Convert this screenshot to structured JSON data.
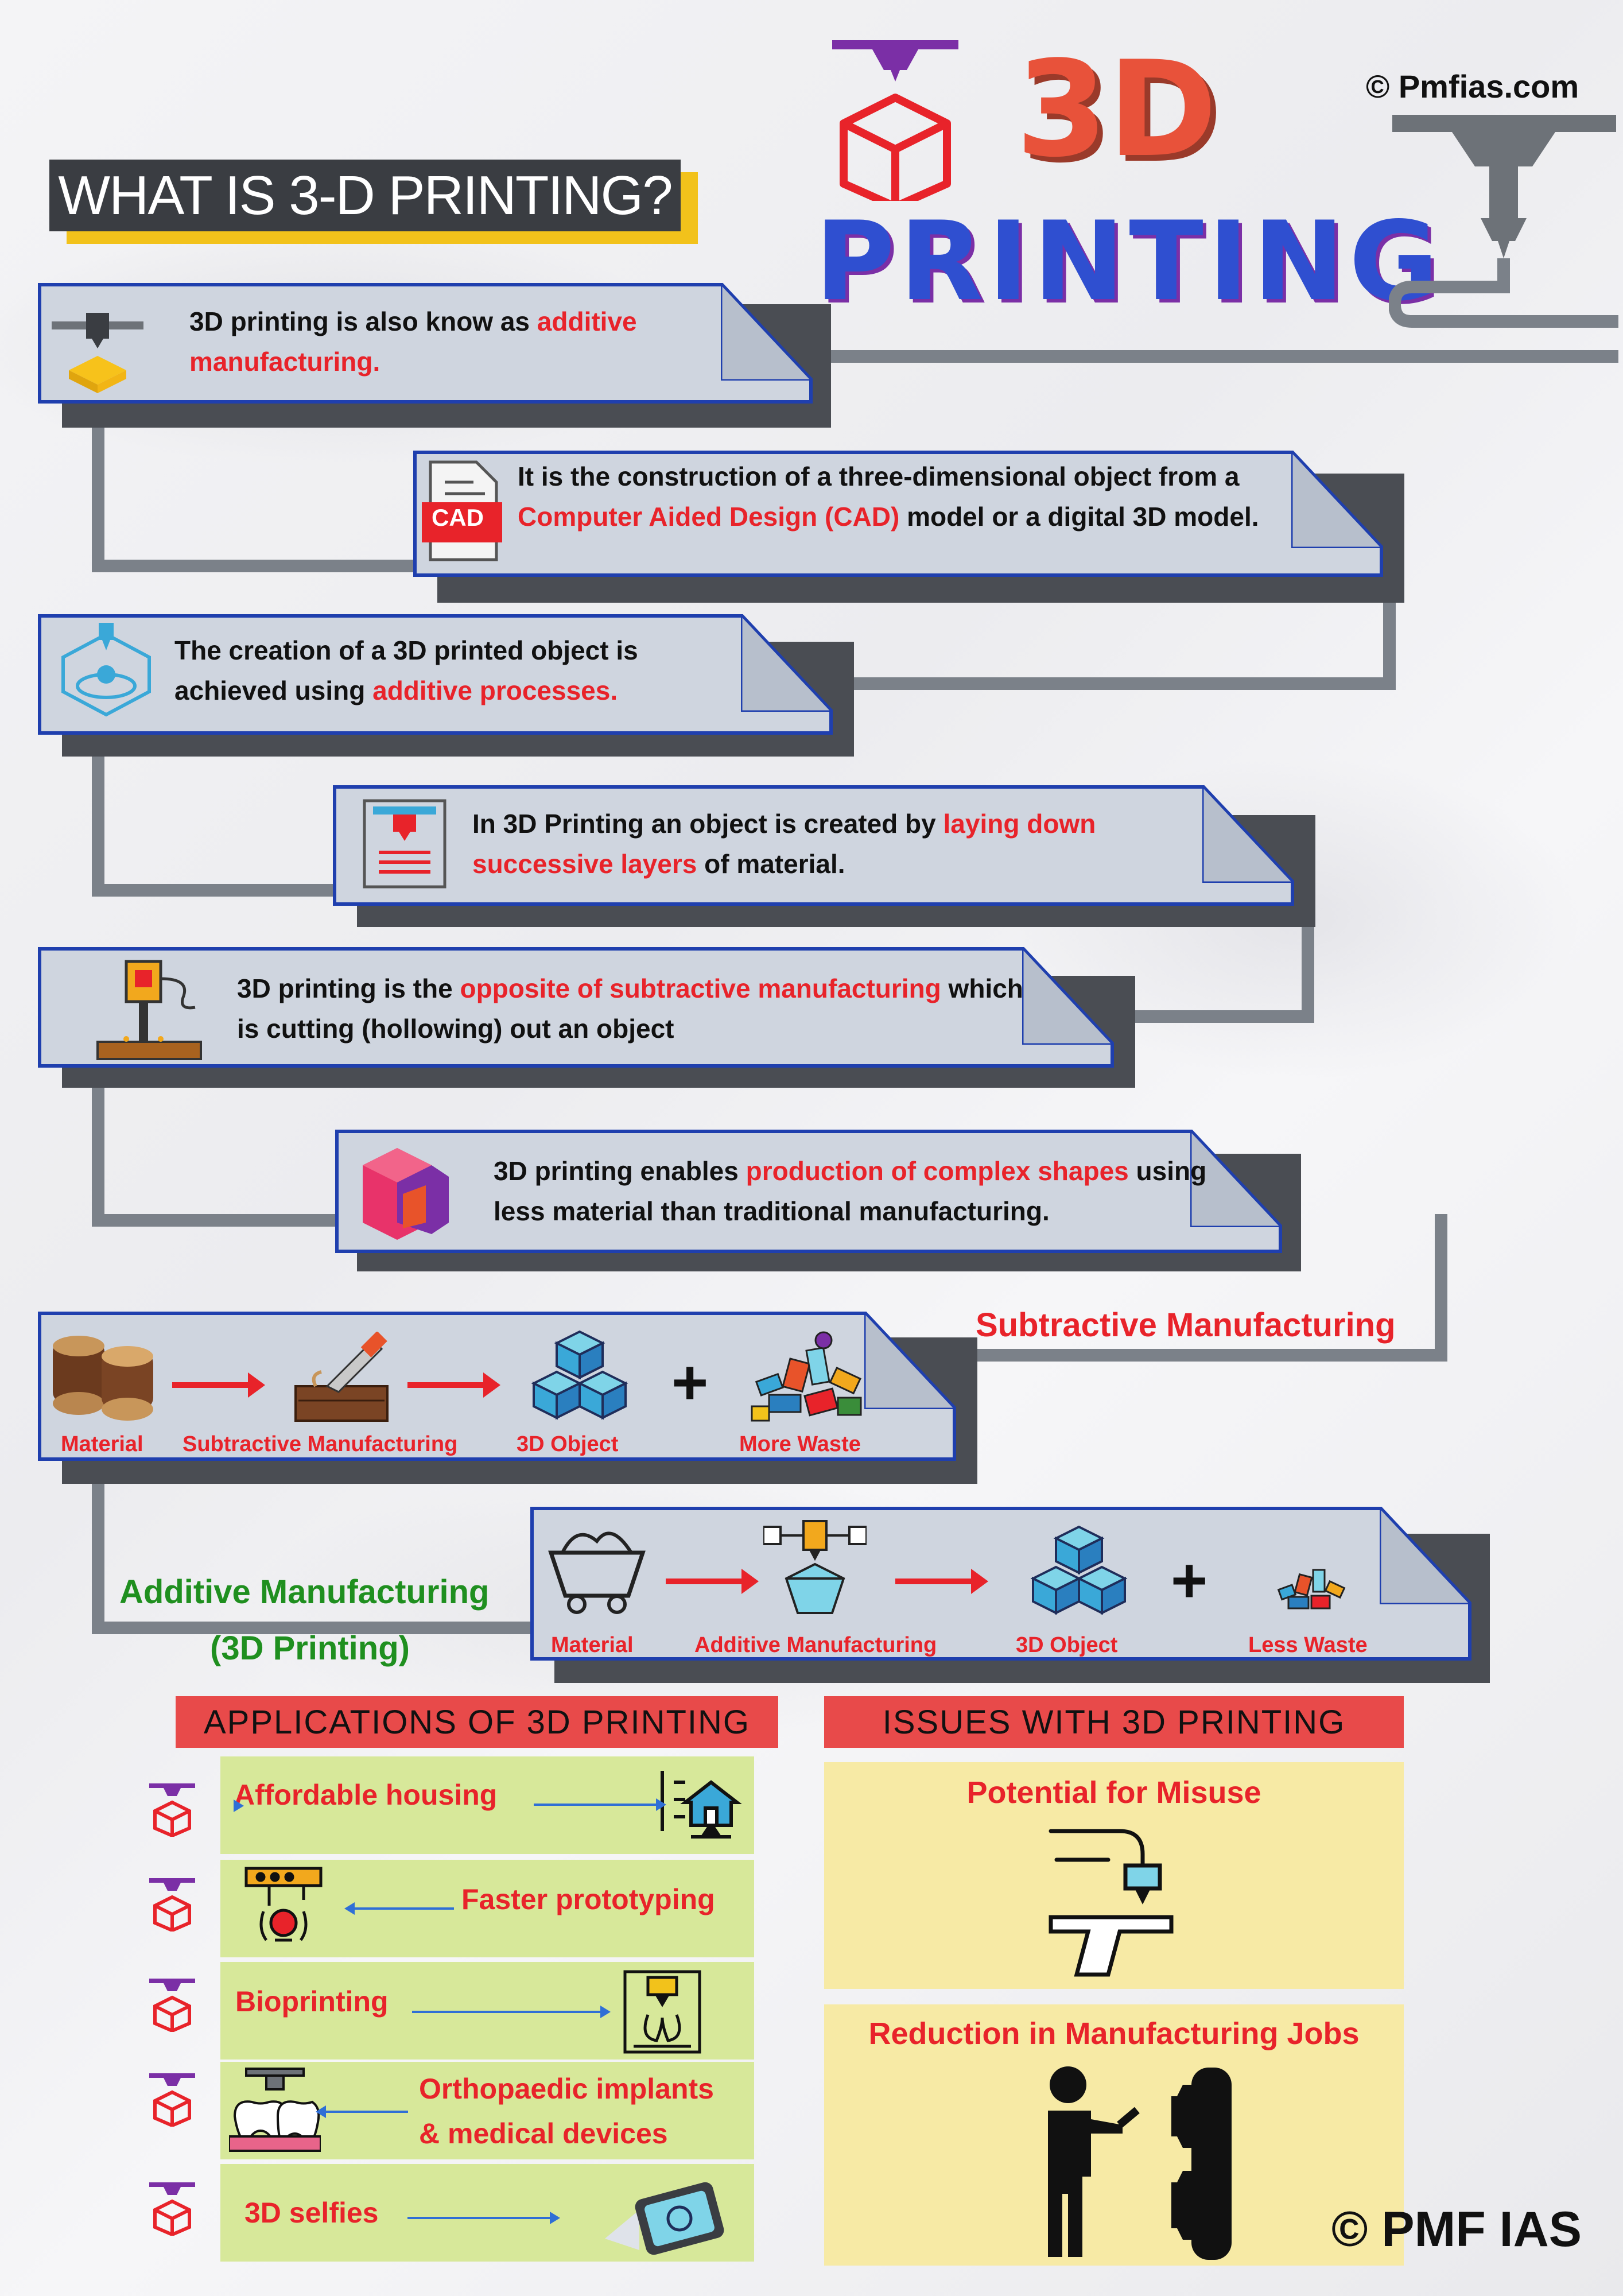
{
  "copyright_top": "© Pmfias.com",
  "logo": {
    "top_word": "3D",
    "bottom_word": "PRINTING",
    "colors": {
      "three_d": "#e8523a",
      "printing": "#2f4fd0"
    }
  },
  "title": "WHAT IS 3-D PRINTING?",
  "cards": [
    {
      "parts": [
        {
          "t": "3D printing is also know as ",
          "red": false
        },
        {
          "t": "additive manufacturing.",
          "red": true
        }
      ],
      "icon": "printer-nozzle-icon"
    },
    {
      "parts": [
        {
          "t": "It is the construction of a three-dimensional object from a ",
          "red": false
        },
        {
          "t": "Computer Aided Design (CAD)",
          "red": true
        },
        {
          "t": " model or a digital 3D model.",
          "red": false
        }
      ],
      "icon": "cad-file-icon",
      "icon_label": "CAD"
    },
    {
      "parts": [
        {
          "t": "The creation of a 3D printed object is achieved using ",
          "red": false
        },
        {
          "t": "additive processes.",
          "red": true
        }
      ],
      "icon": "3d-printer-bed-icon"
    },
    {
      "parts": [
        {
          "t": "In 3D Printing an object is created by ",
          "red": false
        },
        {
          "t": "laying down successive layers",
          "red": true
        },
        {
          "t": " of material.",
          "red": false
        }
      ],
      "icon": "layer-printer-icon"
    },
    {
      "parts": [
        {
          "t": "3D printing is the ",
          "red": false
        },
        {
          "t": "opposite of subtractive manufacturing",
          "red": true
        },
        {
          "t": " which is cutting (hollowing) out an object",
          "red": false
        }
      ],
      "icon": "drill-icon"
    },
    {
      "parts": [
        {
          "t": "3D printing enables ",
          "red": false
        },
        {
          "t": "production of complex shapes",
          "red": true
        },
        {
          "t": " using less material than traditional manufacturing.",
          "red": false
        }
      ],
      "icon": "complex-shape-icon"
    }
  ],
  "subtractive": {
    "heading": "Subtractive Manufacturing",
    "steps": [
      "Material",
      "Subtractive Manufacturing",
      "3D Object",
      "More Waste"
    ]
  },
  "additive": {
    "heading_line1": "Additive Manufacturing",
    "heading_line2": "(3D Printing)",
    "steps": [
      "Material",
      "Additive Manufacturing",
      "3D Object",
      "Less Waste"
    ]
  },
  "applications": {
    "heading": "APPLICATIONS OF 3D PRINTING",
    "items": [
      "Affordable housing",
      "Faster prototyping",
      "Bioprinting",
      "Orthopaedic implants",
      "& medical devices",
      "3D selfies"
    ]
  },
  "issues": {
    "heading": "ISSUES WITH 3D PRINTING",
    "items": [
      "Potential for Misuse",
      "Reduction in Manufacturing Jobs"
    ]
  },
  "copyright_bottom": "© PMF IAS"
}
